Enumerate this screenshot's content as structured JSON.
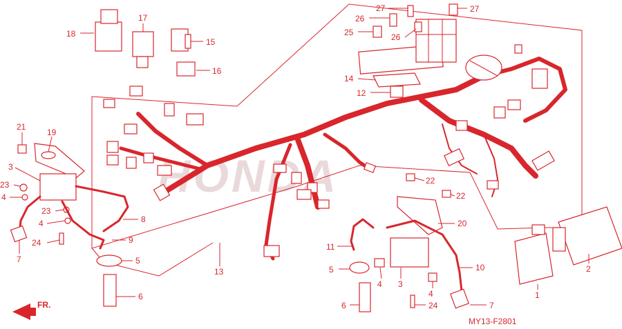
{
  "diagram": {
    "accent_color": "#d8262c",
    "watermark": "HONDA",
    "direction_label": "FR.",
    "drawing_code": "MY13-F2801",
    "callouts": [
      {
        "id": "18",
        "text": "18"
      },
      {
        "id": "17",
        "text": "17"
      },
      {
        "id": "15",
        "text": "15"
      },
      {
        "id": "16",
        "text": "16"
      },
      {
        "id": "27a",
        "text": "27"
      },
      {
        "id": "27b",
        "text": "27"
      },
      {
        "id": "26a",
        "text": "26"
      },
      {
        "id": "26b",
        "text": "26"
      },
      {
        "id": "25",
        "text": "25"
      },
      {
        "id": "14",
        "text": "14"
      },
      {
        "id": "12",
        "text": "12"
      },
      {
        "id": "21",
        "text": "21"
      },
      {
        "id": "19",
        "text": "19"
      },
      {
        "id": "3a",
        "text": "3"
      },
      {
        "id": "23a",
        "text": "23"
      },
      {
        "id": "4a",
        "text": "4"
      },
      {
        "id": "23b",
        "text": "23"
      },
      {
        "id": "4b",
        "text": "4"
      },
      {
        "id": "8",
        "text": "8"
      },
      {
        "id": "24a",
        "text": "24"
      },
      {
        "id": "9",
        "text": "9"
      },
      {
        "id": "7a",
        "text": "7"
      },
      {
        "id": "5a",
        "text": "5"
      },
      {
        "id": "6a",
        "text": "6"
      },
      {
        "id": "13",
        "text": "13"
      },
      {
        "id": "22a",
        "text": "22"
      },
      {
        "id": "22b",
        "text": "22"
      },
      {
        "id": "20",
        "text": "20"
      },
      {
        "id": "11",
        "text": "11"
      },
      {
        "id": "10",
        "text": "10"
      },
      {
        "id": "5b",
        "text": "5"
      },
      {
        "id": "4c",
        "text": "4"
      },
      {
        "id": "3b",
        "text": "3"
      },
      {
        "id": "4d",
        "text": "4"
      },
      {
        "id": "6b",
        "text": "6"
      },
      {
        "id": "24b",
        "text": "24"
      },
      {
        "id": "7b",
        "text": "7"
      },
      {
        "id": "1",
        "text": "1"
      },
      {
        "id": "2",
        "text": "2"
      }
    ]
  }
}
